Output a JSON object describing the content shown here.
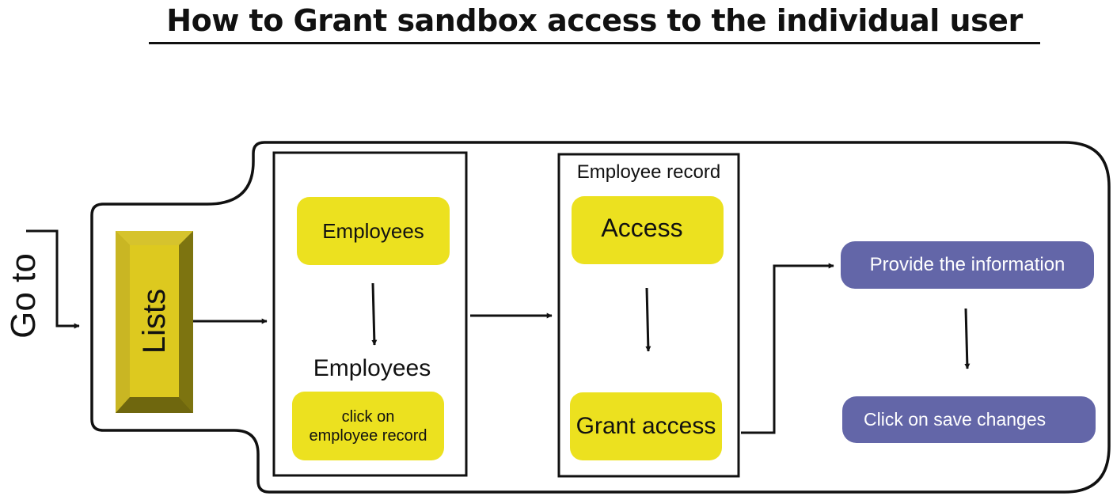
{
  "title": "How to Grant sandbox access to the individual user",
  "goto_label": "Go to",
  "lists_label": "Lists",
  "employees_box": {
    "node_label": "Employees",
    "heading": "Employees",
    "record_line1": "click on",
    "record_line2": "employee record"
  },
  "record_box": {
    "heading": "Employee record",
    "access_label": "Access",
    "grant_label": "Grant access"
  },
  "provide_label": "Provide the information",
  "save_label": "Click on save changes",
  "colors": {
    "yellow": "#ece11f",
    "purple": "#6366a8",
    "bevel_light": "#d6c32d",
    "bevel_dark": "#7d7410"
  }
}
